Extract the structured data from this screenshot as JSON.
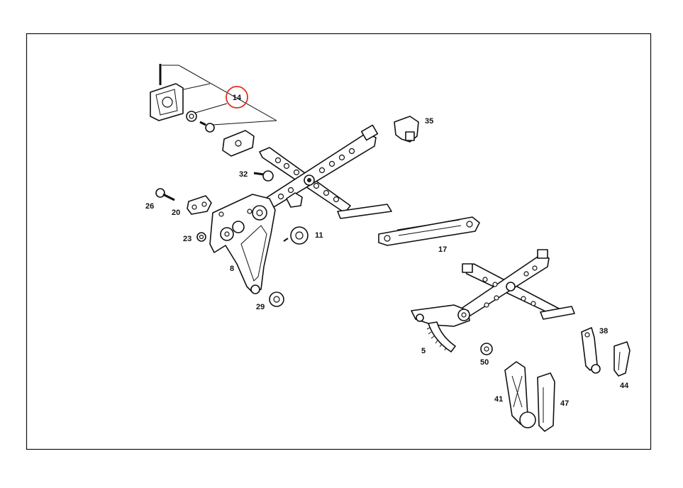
{
  "colors": {
    "frame": "#111111",
    "highlight": "#e03020",
    "background": "#ffffff"
  },
  "highlighted_callout": "14",
  "callouts": {
    "c14": "14",
    "c35": "35",
    "c32": "32",
    "c26": "26",
    "c20": "20",
    "c23": "23",
    "c11": "11",
    "c17": "17",
    "c8": "8",
    "c29": "29",
    "c38": "38",
    "c5": "5",
    "c50": "50",
    "c44": "44",
    "c41": "41",
    "c47": "47"
  }
}
